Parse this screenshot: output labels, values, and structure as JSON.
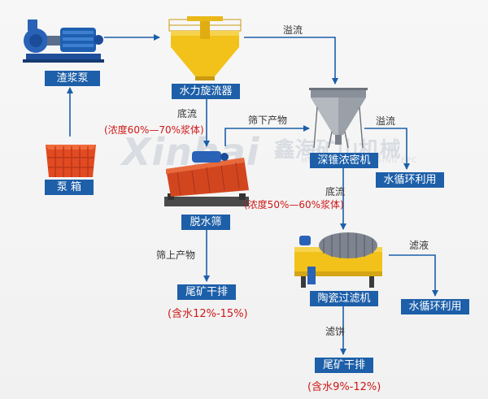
{
  "watermark": {
    "logo": "Xinhai",
    "cn": "鑫海矿山机械",
    "en": "MINERAL PROCESSING EPC"
  },
  "nodes": {
    "slurry_pump": "渣浆泵",
    "pump_box": "泵 箱",
    "hydrocyclone": "水力旋流器",
    "deep_cone_thickener": "深锥浓密机",
    "dewatering_screen": "脱水筛",
    "ceramic_filter": "陶瓷过滤机",
    "water_recycle_1": "水循环利用",
    "water_recycle_2": "水循环利用",
    "tailings_dry_1": "尾矿干排",
    "tailings_dry_2": "尾矿干排"
  },
  "edges": {
    "overflow_1": "溢流",
    "underflow_1": "底流",
    "conc_60_70": "(浓度60%—70%浆体)",
    "undersize": "筛下产物",
    "overflow_2": "溢流",
    "underflow_2": "底流",
    "conc_50_60": "(浓度50%—60%浆体)",
    "oversize": "筛上产物",
    "filtrate": "滤液",
    "filter_cake": "滤饼"
  },
  "results": {
    "water_12_15": "(含水12%-15%)",
    "water_9_12": "(含水9%-12%)"
  },
  "colors": {
    "label_bg": "#1d5fa8",
    "arrow": "#1d5fa8",
    "red_text": "#d01818",
    "equipment_yellow": "#f2c21a",
    "equipment_red": "#d2461f"
  }
}
